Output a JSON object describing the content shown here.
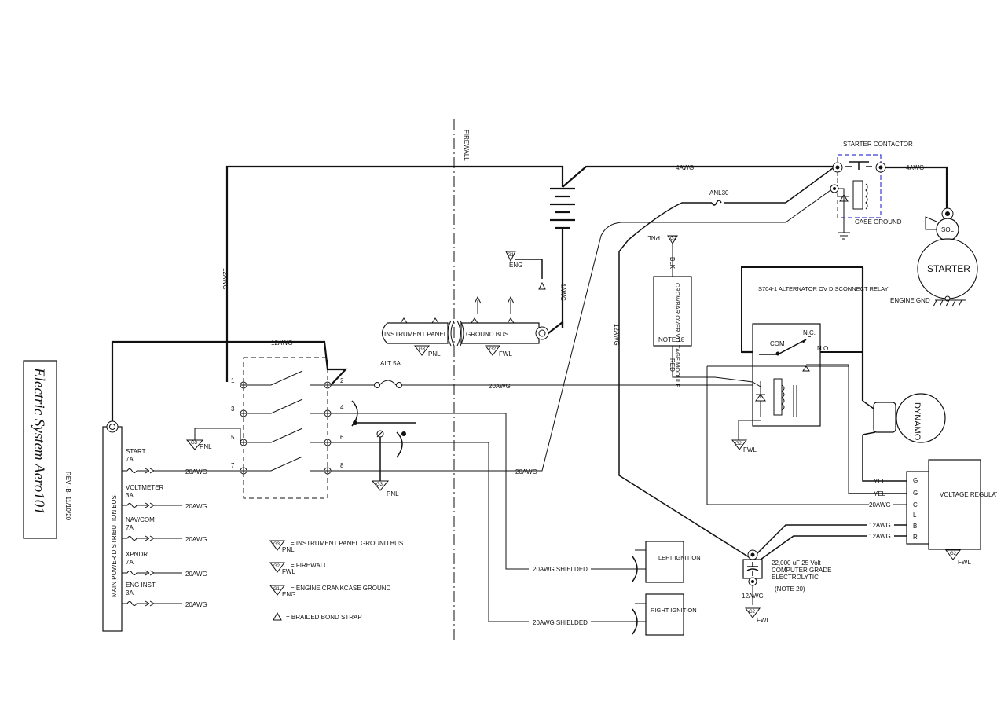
{
  "title": {
    "text": "Electric System Aero101",
    "revision": "REV -B- 11/10/20"
  },
  "labels": {
    "firewall": "FIREWALL",
    "bus": "MAIN POWER DISTRIBUTION BUS",
    "starter_contactor": "STARTER CONTACTOR",
    "case_ground": "CASE GROUND",
    "sol": "SOL",
    "starter": "STARTER",
    "engine_gnd": "ENGINE GND",
    "anl": "ANL30",
    "alt": "ALT 5A",
    "instrument_panel": "INSTRUMENT PANEL",
    "ground_bus": "GROUND BUS",
    "crowbar": "CROWBAR OVER VOLTAGE MODULE",
    "note18": "NOTE 18",
    "blk": "BLK",
    "red": "RED",
    "relay": "S704-1 ALTERNATOR OV DISCONNECT RELAY",
    "com": "COM",
    "nc": "N.C.",
    "no": "N.O.",
    "dynamo": "DYNAMO",
    "voltage_regulator": "VOLTAGE REGULATOR",
    "vr_terms": [
      "G",
      "G",
      "C",
      "L",
      "B",
      "R"
    ],
    "vr_wires": [
      "YEL",
      "YEL",
      "20AWG",
      "12AWG",
      "12AWG"
    ],
    "capacitor": "22,000 uF 25 Volt COMPUTER GRADE ELECTROLYTIC",
    "note20": "(NOTE 20)",
    "left_ignition": "LEFT IGNITION",
    "right_ignition": "RIGHT IGNITION",
    "awg20_shielded": "20AWG SHIELDED",
    "awg4": "4AWG",
    "awg12": "12AWG",
    "awg20": "20AWG",
    "switch_terms": [
      "1",
      "2",
      "3",
      "4",
      "5",
      "6",
      "7",
      "8"
    ],
    "gnd": {
      "g1": "G1",
      "g2": "G2",
      "g3": "G3",
      "eng": "ENG",
      "fwl": "FWL",
      "pnl": "PNL"
    }
  },
  "breakers": [
    {
      "name": "START",
      "rating": "7A",
      "wire": "20AWG"
    },
    {
      "name": "VOLTMETER",
      "rating": "3A",
      "wire": "20AWG"
    },
    {
      "name": "NAV/COM",
      "rating": "7A",
      "wire": "20AWG"
    },
    {
      "name": "XPNDR",
      "rating": "7A",
      "wire": "20AWG"
    },
    {
      "name": "ENG INST",
      "rating": "3A",
      "wire": "20AWG"
    }
  ],
  "legend": [
    {
      "symbol": "G3",
      "sub": "PNL",
      "text": "= INSTRUMENT PANEL GROUND BUS"
    },
    {
      "symbol": "G2",
      "sub": "FWL",
      "text": "= FIREWALL"
    },
    {
      "symbol": "G1",
      "sub": "ENG",
      "text": "= ENGINE CRANKCASE GROUND"
    },
    {
      "symbol": "triangle",
      "sub": "",
      "text": "= BRAIDED BOND STRAP"
    }
  ]
}
